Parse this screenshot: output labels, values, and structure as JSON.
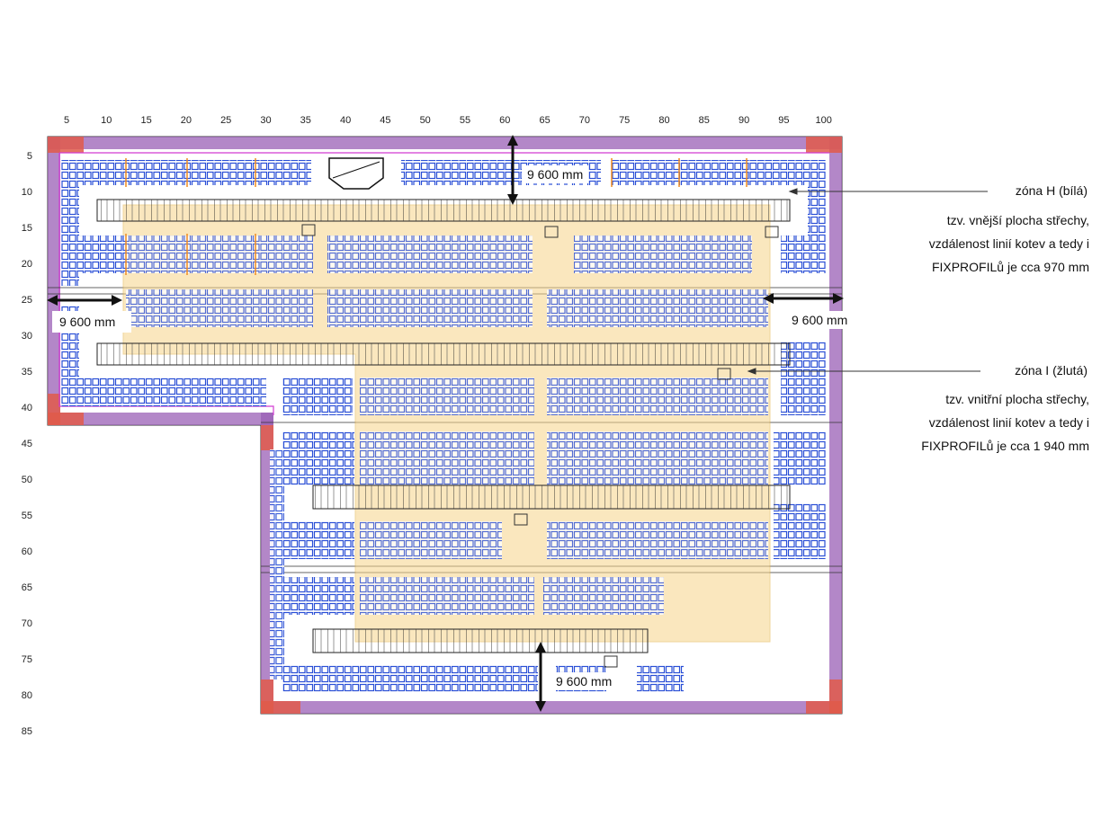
{
  "axis": {
    "x_ticks": [
      "5",
      "10",
      "15",
      "20",
      "25",
      "30",
      "35",
      "40",
      "45",
      "50",
      "55",
      "60",
      "65",
      "70",
      "75",
      "80",
      "85",
      "90",
      "95",
      "100"
    ],
    "y_ticks": [
      "5",
      "10",
      "15",
      "20",
      "25",
      "30",
      "35",
      "40",
      "45",
      "50",
      "55",
      "60",
      "65",
      "70",
      "75",
      "80",
      "85"
    ]
  },
  "dimensions": {
    "top": "9 600 mm",
    "left": "9 600 mm",
    "right": "9 600 mm",
    "bottom": "9 600 mm"
  },
  "zones": [
    {
      "title": "zóna H (bílá)",
      "lines": [
        "tzv. vnější plocha střechy,",
        "vzdálenost linií kotev a tedy i",
        "FIXPROFILů je cca 970 mm"
      ]
    },
    {
      "title": "zóna I (žlutá)",
      "lines": [
        "tzv. vnitřní plocha střechy,",
        "vzdálenost linií kotev a tedy i",
        "FIXPROFILů je cca 1 940 mm"
      ]
    }
  ],
  "colors": {
    "panel": "#2a4fd6",
    "yellow_zone": "#f6d58a",
    "border_purple": "#9a5fb5",
    "corner_red": "#e05a4a",
    "magenta_line": "#d23bd2",
    "orange_marks": "#f08a1e"
  }
}
